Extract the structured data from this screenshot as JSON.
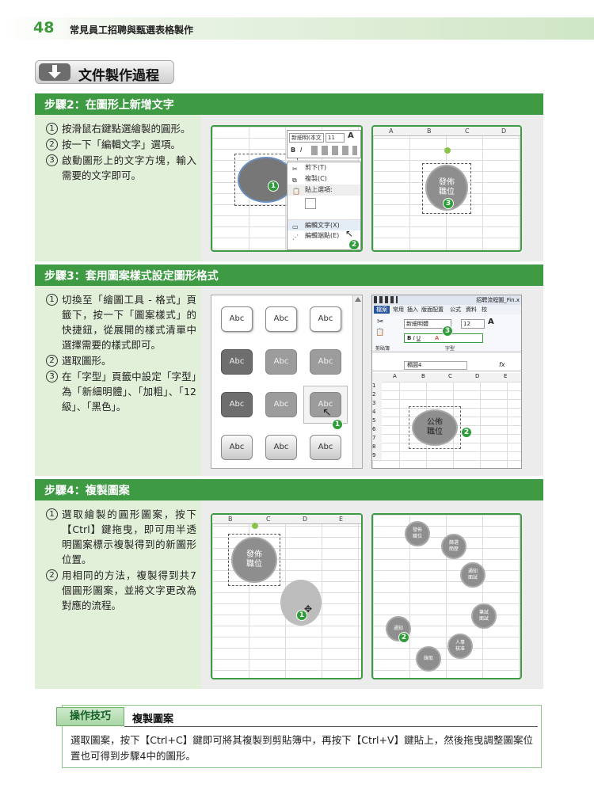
{
  "header": {
    "page_number": "48",
    "title": "常見員工招聘與甄選表格製作"
  },
  "section": {
    "title": "文件製作過程"
  },
  "steps": [
    {
      "title": "步驟2：在圖形上新增文字",
      "items": [
        "按滑鼠右鍵點選繪製的圓形。",
        "按一下「編輯文字」選項。",
        "啟動圖形上的文字方塊，輸入需要的文字即可。"
      ]
    },
    {
      "title": "步驟3：套用圖案樣式設定圖形格式",
      "items": [
        "切換至「繪圖工具 - 格式」頁籤下，按一下「圖案樣式」的快捷鈕，從展開的樣式清單中選擇需要的樣式即可。",
        "選取圖形。",
        "在「字型」頁籤中設定「字型」為「新細明體」、「加粗」、「12級」、「黑色」。"
      ]
    },
    {
      "title": "步驟4：複製圖案",
      "items": [
        "選取繪製的圓形圖案，按下【Ctrl】鍵拖曳，即可用半透明圖案標示複製得到的新圖形位置。",
        "用相同的方法，複製得到共7個圓形圖案，並將文字更改為對應的流程。"
      ]
    }
  ],
  "screens": {
    "s2a": {
      "font_box": "新細明(本文 -",
      "size_box": "11",
      "menu": [
        "剪下(T)",
        "複製(C)",
        "貼上選項:",
        "",
        "編輯文字(X)",
        "編輯端點(E)"
      ],
      "badges": [
        "1",
        "2"
      ]
    },
    "s2b": {
      "cols": [
        "A",
        "B",
        "C",
        "D"
      ],
      "oval_text": "發佈\n職位",
      "badge": "3"
    },
    "s3a": {
      "abc": [
        "Abc",
        "Abc",
        "Abc",
        "Abc",
        "Abc",
        "Abc",
        "Abc",
        "Abc",
        "Abc",
        "Abc",
        "Abc",
        "Abc"
      ],
      "badge": "1"
    },
    "s3b": {
      "file": "招聘流程圖_Fin.x",
      "tabs": [
        "檔案",
        "常用",
        "插入",
        "版面配置",
        "公式",
        "資料",
        "校"
      ],
      "font_box": "新細明體",
      "size_box": "12",
      "group_labels": [
        "剪貼簿",
        "字型"
      ],
      "name_box": "橢圓4",
      "cols": [
        "A",
        "B",
        "C",
        "D",
        "E"
      ],
      "rows": [
        "1",
        "2",
        "3",
        "4",
        "5",
        "6",
        "7",
        "8",
        "9"
      ],
      "oval_text": "公佈\n職位",
      "badges": [
        "3",
        "2"
      ]
    },
    "s4a": {
      "cols": [
        "B",
        "C",
        "D",
        "E"
      ],
      "oval_text": "發佈\n職位",
      "badge": "1"
    },
    "s4b": {
      "ovals": [
        "發佈\n職位",
        "篩選\n簡歷",
        "通知\n面試",
        "筆試\n面試",
        "人事\n核准",
        "錄取",
        "通知"
      ],
      "badge": "2"
    }
  },
  "tip": {
    "label": "操作技巧",
    "title": "複製圖案",
    "text": "選取圖案，按下【Ctrl+C】鍵即可將其複製到剪貼簿中，再按下【Ctrl+V】鍵貼上，然後拖曳調整圖案位置也可得到步驟4中的圖形。"
  }
}
